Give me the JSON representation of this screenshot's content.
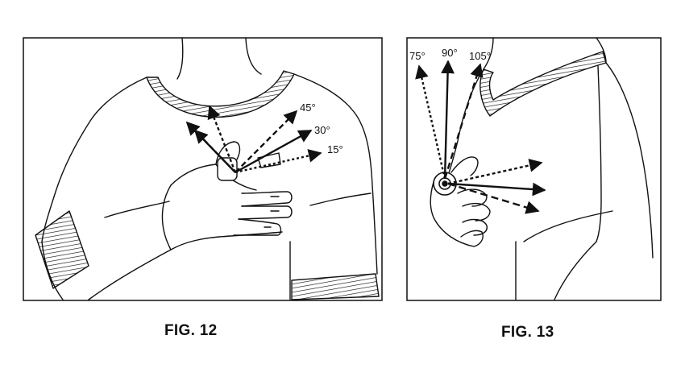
{
  "figures": [
    {
      "caption": "FIG. 12",
      "angle_labels": [
        "45°",
        "30°",
        "15°"
      ]
    },
    {
      "caption": "FIG. 13",
      "angle_labels": [
        "75°",
        "90°",
        "105°"
      ]
    }
  ],
  "colors": {
    "ink": "#111111",
    "paper": "#ffffff"
  }
}
